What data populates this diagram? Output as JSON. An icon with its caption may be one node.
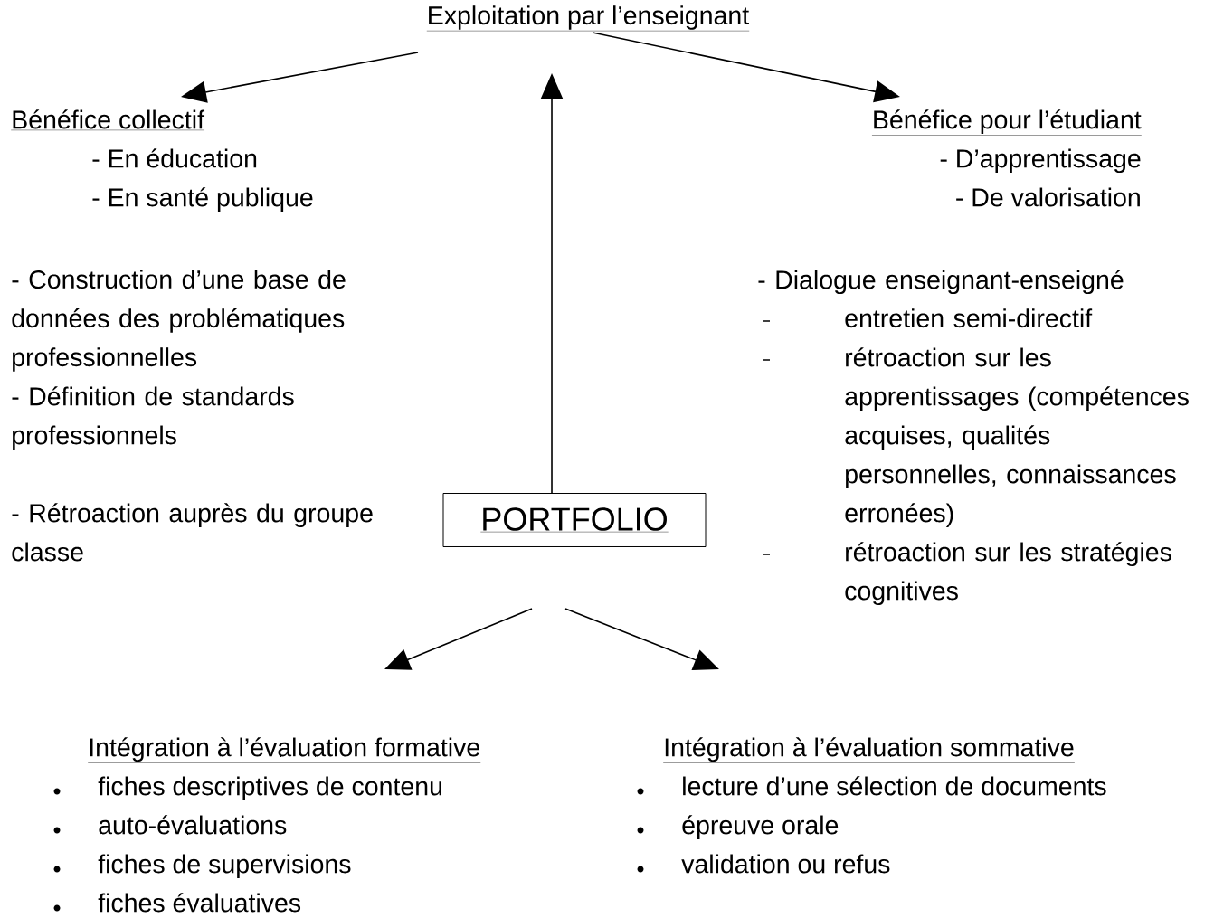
{
  "diagram": {
    "nodes": [
      {
        "text": [
          "Exploitation par l’enseignant"
        ]
      },
      {
        "text": [
          "Bénéfice collectif",
          "- En éducation",
          "- En santé publique"
        ]
      },
      {
        "text": [
          "Bénéfice pour l’étudiant",
          "- D’apprentissage",
          "- De valorisation"
        ]
      },
      {
        "text": [
          "PORTFOLIO"
        ]
      },
      {
        "text": [
          "Intégration à l’évaluation formative",
          "fiches descriptives de contenu",
          "auto-évaluations",
          "fiches de supervisions",
          "fiches évaluatives"
        ]
      },
      {
        "text": [
          "Intégration à l’évaluation sommative",
          "lecture d’une sélection de documents",
          "épreuve orale",
          "validation ou refus"
        ]
      }
    ],
    "edges": [
      {
        "from": 0,
        "to": 1,
        "arrow": "to"
      },
      {
        "from": 0,
        "to": 2,
        "arrow": "to"
      },
      {
        "from": 3,
        "to": 0,
        "arrow": "to"
      },
      {
        "from": 3,
        "to": 4,
        "arrow": "to"
      },
      {
        "from": 3,
        "to": 5,
        "arrow": "to"
      }
    ],
    "labels": [
      "- Construction d’une base de données des problématiques professionnelles",
      "- Définition de standards professionnels",
      "- Rétroaction auprès du groupe classe",
      "- Dialogue enseignant-enseigné",
      "entretien semi-directif",
      "rétroaction sur les apprentissages (compétences acquises, qualités personnelles, connaissances erronées)",
      "rétroaction sur les stratégies cognitives"
    ]
  }
}
